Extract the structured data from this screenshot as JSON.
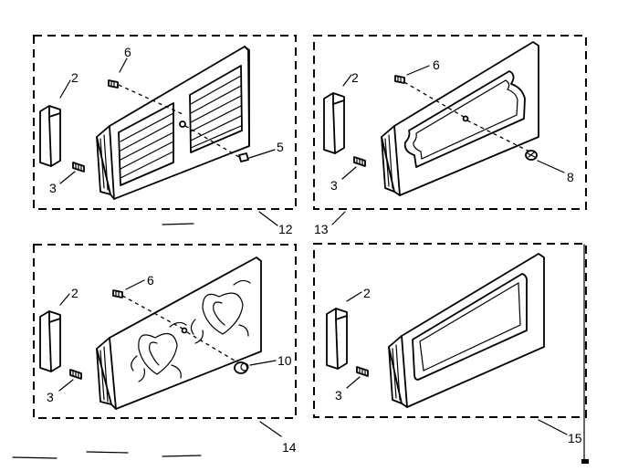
{
  "labels": {
    "p12": {
      "bracket": "2",
      "pin": "3",
      "screw": "6",
      "knob": "5",
      "panel": "12"
    },
    "p13": {
      "bracket": "2",
      "pin": "3",
      "screw": "6",
      "knob": "8",
      "panel": "13"
    },
    "p14": {
      "bracket": "2",
      "pin": "3",
      "screw": "6",
      "knob": "10",
      "panel": "14"
    },
    "p15": {
      "bracket": "2",
      "pin": "3",
      "panel": "15"
    }
  }
}
